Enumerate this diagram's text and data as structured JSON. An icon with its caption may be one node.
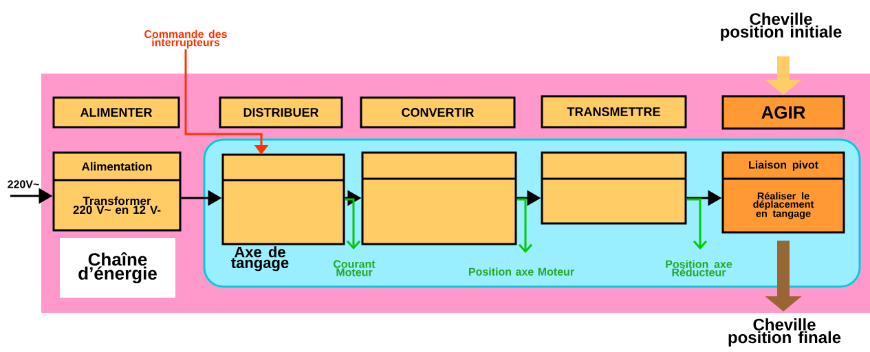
{
  "diagram": {
    "nodes": [
      {
        "text": [],
        "shape": "box"
      },
      {
        "text": [
          "ALIMENTER"
        ],
        "in": 0
      },
      {
        "text": [
          "DISTRIBUER"
        ],
        "in": 0
      },
      {
        "text": [
          "CONVERTIR"
        ],
        "in": 0
      },
      {
        "text": [
          "TRANSMETTRE"
        ],
        "in": 0
      },
      {
        "text": [
          "AGIR"
        ],
        "in": 0
      },
      {
        "text": [
          "Alimentation",
          "Transformer 220 V~ en 12 V-"
        ],
        "in": 0
      },
      {
        "text": [],
        "shape": "box",
        "in": 0
      },
      {
        "text": [],
        "shape": "box",
        "in": 7,
        "beside": [
          "Axe de tangage"
        ]
      },
      {
        "text": [],
        "shape": "box",
        "in": 7
      },
      {
        "text": [],
        "shape": "box",
        "in": 7
      },
      {
        "text": [
          "Liaison pivot",
          "Réaliser le déplacement en tangage"
        ],
        "in": 7
      },
      {
        "text": [
          "Chaîne d’énergie"
        ],
        "in": 0
      },
      {
        "text": [
          "Commande des interrupteurs"
        ]
      },
      {
        "text": [
          "Cheville position initiale"
        ]
      },
      {
        "text": [
          "Cheville position finale"
        ]
      },
      {
        "text": [
          "Courant Moteur"
        ],
        "in": 7
      },
      {
        "text": [
          "Position axe Moteur"
        ],
        "in": 7
      },
      {
        "text": [
          "Position axe Réducteur"
        ],
        "in": 7
      }
    ],
    "edges": [
      {
        "from": null,
        "to": 6,
        "arrow": "to",
        "label": "220V~"
      },
      {
        "from": 6,
        "to": 8,
        "arrow": "to"
      },
      {
        "from": 8,
        "to": 9,
        "arrow": "to"
      },
      {
        "from": 9,
        "to": 10,
        "arrow": "to"
      },
      {
        "from": 10,
        "to": 11,
        "arrow": "to"
      },
      {
        "from": 13,
        "to": 8,
        "arrow": "to",
        "color": "#ff3300"
      },
      {
        "from": 14,
        "to": 5,
        "arrow": "to",
        "style": "thick",
        "color": "#ffcc66"
      },
      {
        "from": 11,
        "to": 15,
        "arrow": "to",
        "style": "thick",
        "color": "#996633"
      },
      {
        "from": 8,
        "to": 16,
        "arrow": "to",
        "color": "#00cc00"
      },
      {
        "from": 9,
        "to": 17,
        "arrow": "to",
        "color": "#00cc00"
      },
      {
        "from": 10,
        "to": 18,
        "arrow": "to",
        "color": "#00cc00"
      }
    ]
  }
}
